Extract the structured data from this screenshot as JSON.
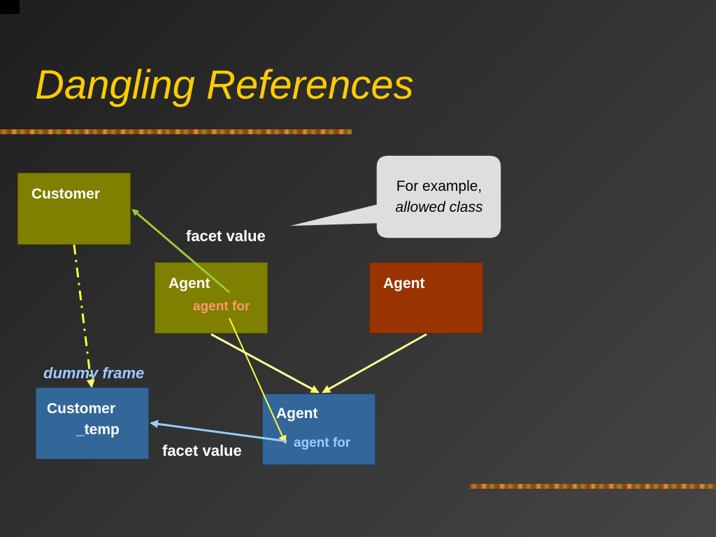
{
  "slide": {
    "title": "Dangling References",
    "title_color": "#FFCC00"
  },
  "diagram": {
    "customer_box": {
      "label": "Customer",
      "color": "#7F7F00"
    },
    "agent_olive_box": {
      "label": "Agent",
      "sublabel": "agent for",
      "color": "#7F7F00",
      "sublabel_color": "#FF9966"
    },
    "agent_rust_box": {
      "label": "Agent",
      "color": "#993300"
    },
    "customer_temp_box": {
      "label_line1": "Customer",
      "label_line2": "_temp",
      "color": "#336699"
    },
    "agent_blue_box": {
      "label": "Agent",
      "sublabel": "agent for",
      "color": "#336699",
      "sublabel_color": "#99CCFF"
    },
    "facet_value_top": "facet value",
    "facet_value_bottom": "facet value",
    "dummy_frame_label": "dummy frame",
    "callout": {
      "line1": "For example,",
      "line2": "allowed class"
    }
  }
}
